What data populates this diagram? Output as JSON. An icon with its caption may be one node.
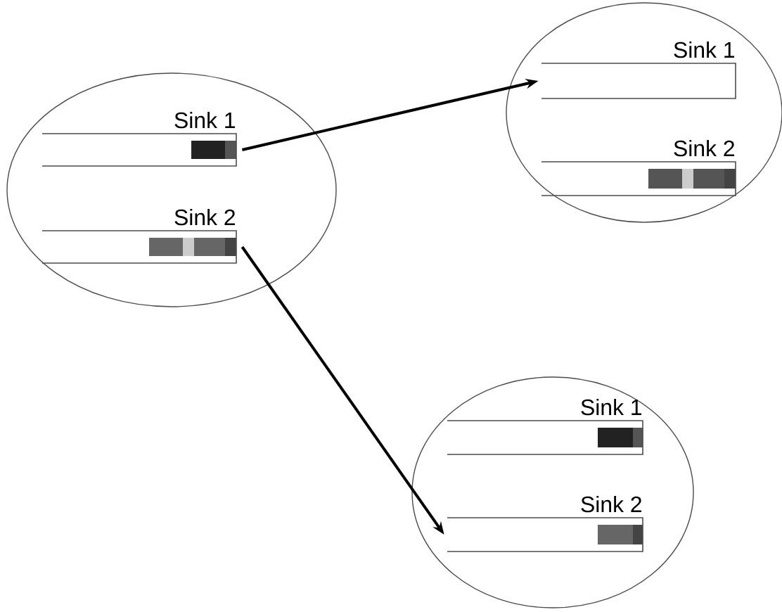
{
  "diagram": {
    "nodes": [
      {
        "text": [],
        "shape": "ellipse"
      },
      {
        "text": [
          "Sink 1"
        ],
        "in": 0
      },
      {
        "text": [
          "Sink 2"
        ],
        "in": 0
      },
      {
        "text": [],
        "shape": "ellipse"
      },
      {
        "text": [
          "Sink 1"
        ],
        "in": 3
      },
      {
        "text": [
          "Sink 2"
        ],
        "in": 3
      },
      {
        "text": [],
        "shape": "ellipse"
      },
      {
        "text": [
          "Sink 1"
        ],
        "in": 6
      },
      {
        "text": [
          "Sink 2"
        ],
        "in": 6
      }
    ],
    "edges": [
      {
        "from": 1,
        "to": 4,
        "arrow": "to"
      },
      {
        "from": 2,
        "to": 8,
        "arrow": "to"
      }
    ]
  }
}
